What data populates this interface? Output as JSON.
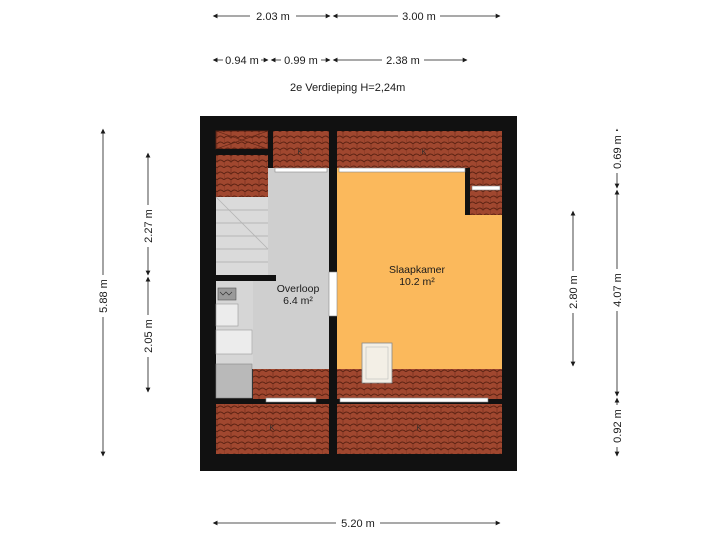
{
  "plan": {
    "title": "2e Verdieping   H=2,24m",
    "rooms": [
      {
        "name": "Overloop",
        "area": "6.4 m²"
      },
      {
        "name": "Slaapkamer",
        "area": "10.2 m²"
      }
    ],
    "roof_mark": "K",
    "colors": {
      "wall": "#111111",
      "roof_tile": "#a0472f",
      "tile_line": "#5e2414",
      "bedroom": "#fbb95c",
      "landing": "#cfcfcf",
      "stairs": "#dadada",
      "window": "#ffffff"
    }
  },
  "dimensions": {
    "top_row_1": [
      "2.03 m",
      "3.00 m"
    ],
    "top_row_2": [
      "0.94 m",
      "0.99 m",
      "2.38 m"
    ],
    "bottom": "5.20 m",
    "left_outer": "5.88 m",
    "left_inner": [
      "2.27 m",
      "2.05 m"
    ],
    "right_inner": "2.80 m",
    "right_outer": [
      "0.69 m",
      "4.07 m",
      "0.92 m"
    ]
  }
}
